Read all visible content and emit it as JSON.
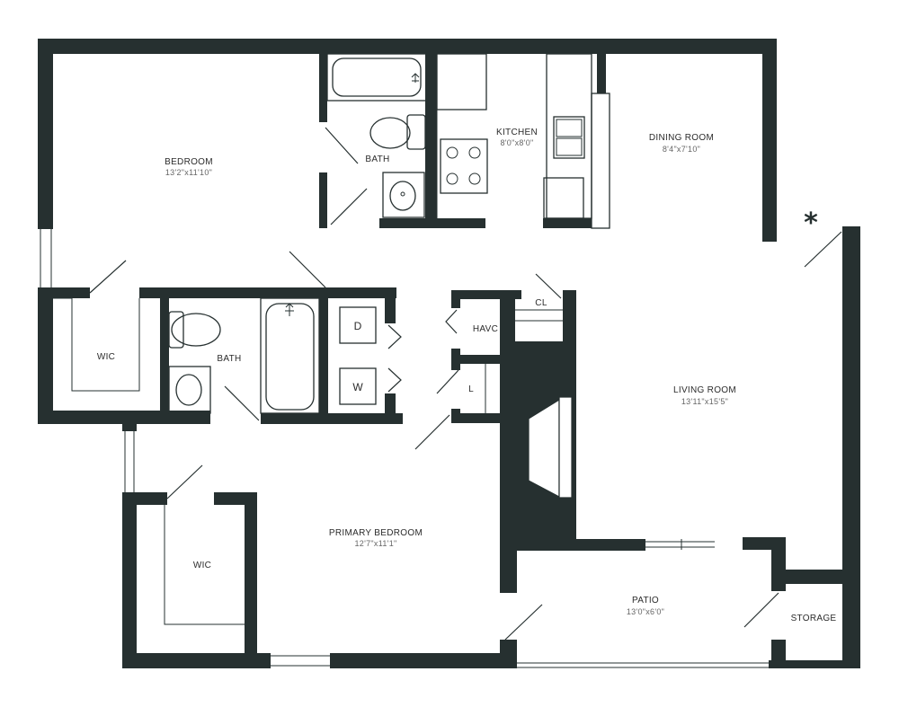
{
  "rooms": {
    "bedroom": {
      "name": "BEDROOM",
      "size": "13'2\"x11'10\""
    },
    "bath_upper": {
      "name": "BATH"
    },
    "kitchen": {
      "name": "KITCHEN",
      "size": "8'0\"x8'0\""
    },
    "dining": {
      "name": "DINING ROOM",
      "size": "8'4\"x7'10\""
    },
    "wic_upper": {
      "name": "WIC"
    },
    "bath_lower": {
      "name": "BATH"
    },
    "dryer": {
      "name": "D"
    },
    "washer": {
      "name": "W"
    },
    "havc": {
      "name": "HAVC"
    },
    "cl": {
      "name": "CL"
    },
    "linen": {
      "name": "L"
    },
    "living": {
      "name": "LIVING ROOM",
      "size": "13'11\"x15'5\""
    },
    "primary": {
      "name": "PRIMARY BEDROOM",
      "size": "12'7\"x11'1\""
    },
    "wic_lower": {
      "name": "WIC"
    },
    "patio": {
      "name": "PATIO",
      "size": "13'0\"x6'0\""
    },
    "storage": {
      "name": "STORAGE"
    }
  },
  "entry_marker": "*"
}
